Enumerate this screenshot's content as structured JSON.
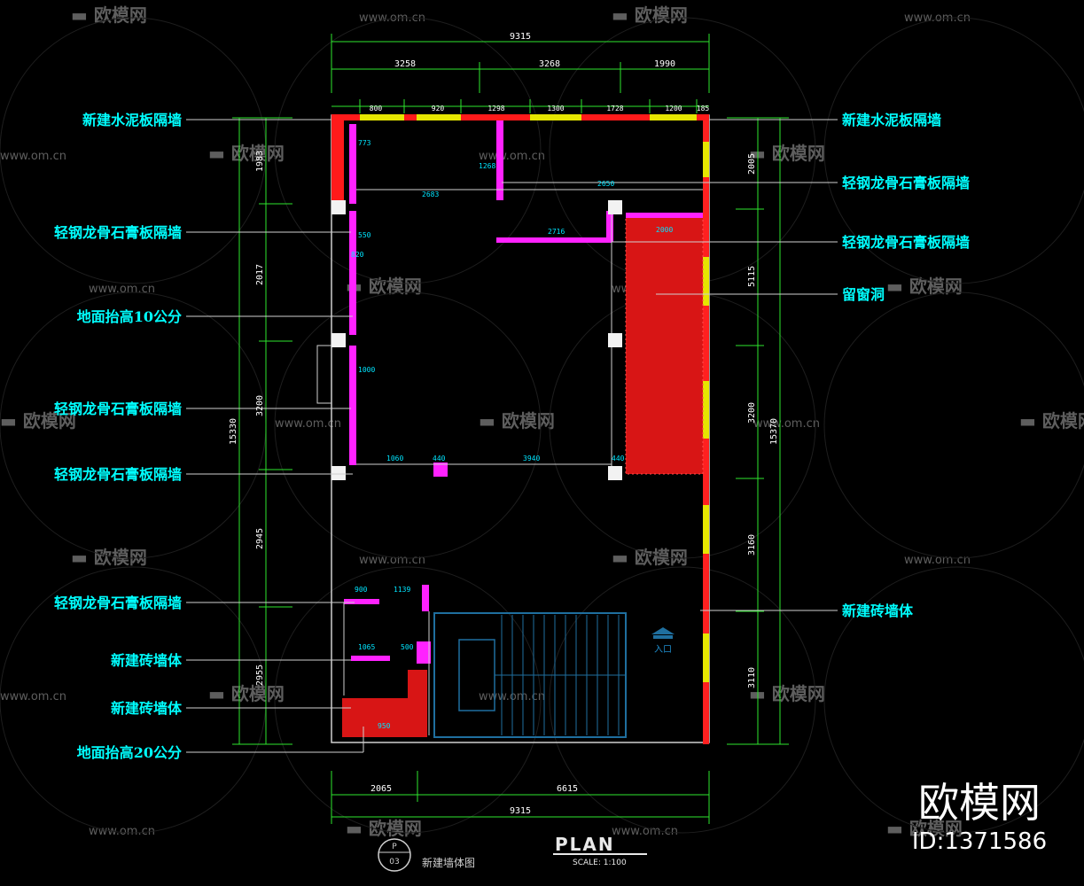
{
  "colors": {
    "background": "#000000",
    "dim_line": "#2ee62e",
    "dim_text": "#ffffff",
    "label_text": "#00ffff",
    "wall_outline": "#cfcfcf",
    "cement_board_wall": "#ff1a1a",
    "brick_wall": "#ff2020",
    "window": "#e6e600",
    "gypsum_wall": "#ff22ff",
    "stair": "#1f6f9f",
    "watermark": "#6a6a6a"
  },
  "watermark": {
    "brand": "欧模网",
    "url": "www.om.cn",
    "big_brand": "欧模网",
    "id": "ID:1371586"
  },
  "dimensions": {
    "top_total": "9315",
    "top_segments": [
      "3258",
      "3268",
      "1990"
    ],
    "top_openings": [
      "800",
      "920",
      "1298",
      "1300",
      "1728",
      "1200",
      "185"
    ],
    "bottom_segments": [
      "2065",
      "6615"
    ],
    "bottom_total": "9315",
    "left_total": "15330",
    "left_segments": [
      "1983",
      "2017",
      "3200",
      "2945",
      "2955"
    ],
    "right_total": "15370",
    "right_segments": [
      "2005",
      "5115",
      "3200",
      "3160",
      "3110"
    ],
    "inner": [
      "2683",
      "2650",
      "2716",
      "1060",
      "440",
      "3940",
      "440",
      "900",
      "1139",
      "1065",
      "500",
      "950",
      "773",
      "550",
      "820",
      "1000",
      "1268",
      "2000"
    ]
  },
  "labels_left": [
    "新建水泥板隔墙",
    "轻钢龙骨石膏板隔墙",
    "地面抬高10公分",
    "轻钢龙骨石膏板隔墙",
    "轻钢龙骨石膏板隔墙",
    "轻钢龙骨石膏板隔墙",
    "新建砖墙体",
    "新建砖墙体",
    "地面抬高20公分"
  ],
  "labels_right": [
    "新建水泥板隔墙",
    "轻钢龙骨石膏板隔墙",
    "轻钢龙骨石膏板隔墙",
    "留窗洞",
    "新建砖墙体"
  ],
  "entrance": "入口",
  "title": {
    "plan": "PLAN",
    "scale": "SCALE: 1:100",
    "drawing_name": "新建墙体图",
    "drawing_no": "03",
    "sheet_letter": "P"
  }
}
